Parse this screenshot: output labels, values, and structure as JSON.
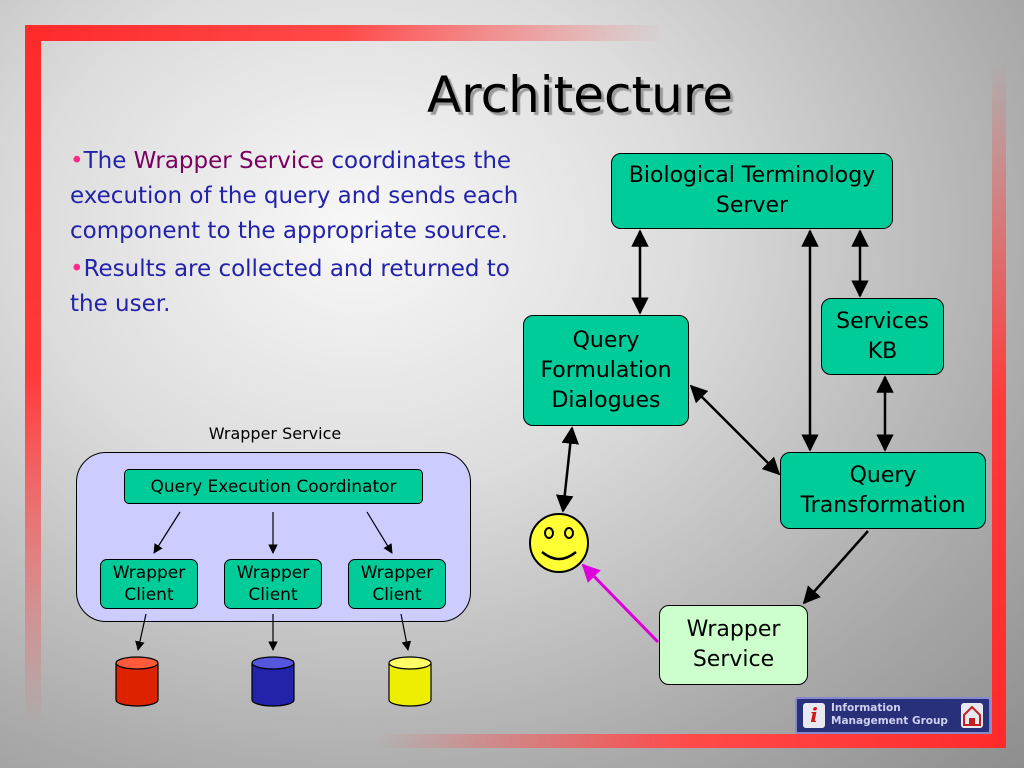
{
  "title": "Architecture",
  "bullets": [
    {
      "prefix": "The ",
      "highlight": "Wrapper Service",
      "suffix": " coordinates the execution of the query and sends each component to the appropriate source."
    },
    {
      "text": "Results are collected and returned to the user."
    }
  ],
  "wrapper_service_diagram": {
    "caption": "Wrapper Service",
    "coordinator": "Query Execution Coordinator",
    "clients": [
      "Wrapper Client",
      "Wrapper Client",
      "Wrapper Client"
    ],
    "database_colors": [
      "#dd2200",
      "#2222aa",
      "#eeee00"
    ]
  },
  "architecture_diagram": {
    "bts": "Biological Terminology Server",
    "qfd": "Query Formulation Dialogues",
    "skb": "Services KB",
    "qt": "Query Transformation",
    "ws": "Wrapper Service",
    "user_icon": "smiley-face-icon"
  },
  "logo": {
    "line1": "Information",
    "line2": "Management Group"
  },
  "colors": {
    "box": "#00cc99",
    "wrapper_service_box": "#ccffcc",
    "container": "#ccccff",
    "bullet_text": "#2222aa",
    "frame": "#ff2a2a",
    "user_arrow": "#dd00dd"
  }
}
